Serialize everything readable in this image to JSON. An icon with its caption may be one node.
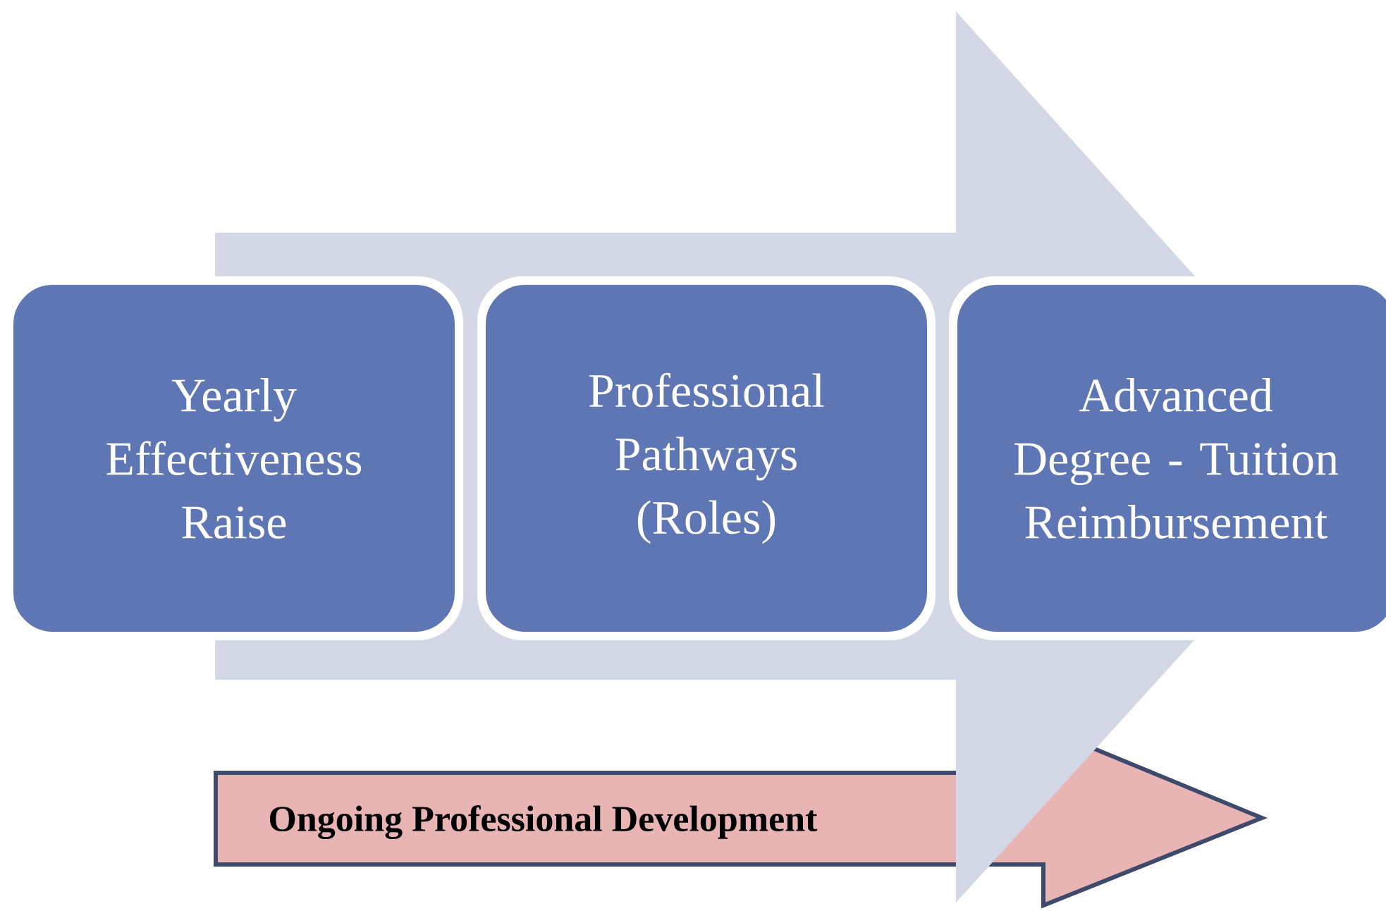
{
  "diagram": {
    "nodes": [
      {
        "text": [
          "Yearly Effectiveness Raise"
        ]
      },
      {
        "text": [
          "Professional Pathways (Roles)"
        ]
      },
      {
        "text": [
          "Advanced Degree - Tuition Reimbursement"
        ]
      },
      {
        "text": [
          "Ongoing Professional Development"
        ]
      }
    ],
    "edges": [
      {
        "from": 0,
        "to": 2,
        "arrow": "to"
      }
    ]
  }
}
